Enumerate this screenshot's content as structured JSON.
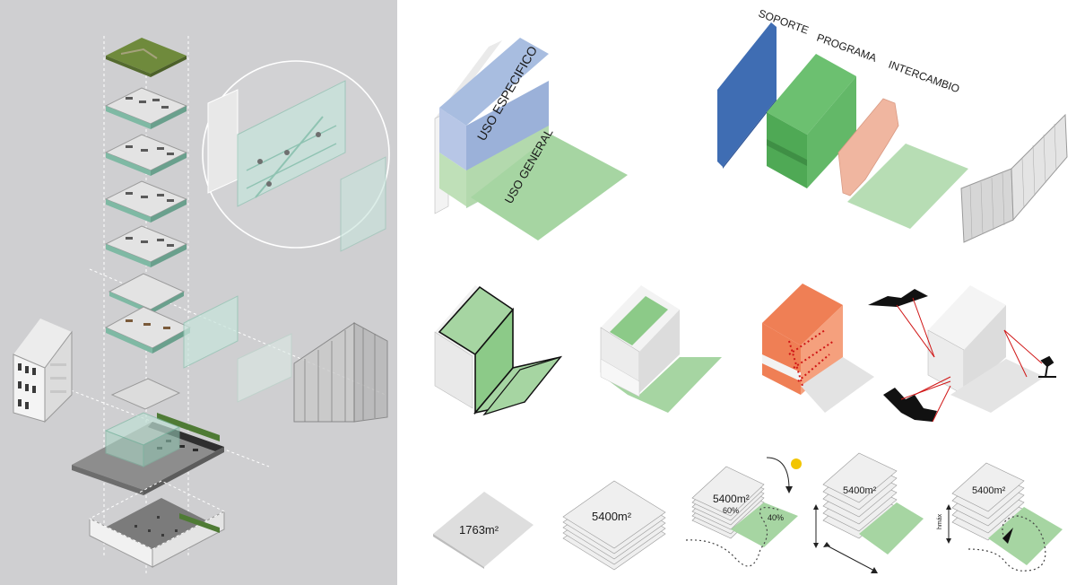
{
  "labels": {
    "uso_especifico": "USO ESPECIFICO",
    "uso_general": "USO GENERAL",
    "soporte": "SOPORTE",
    "programa": "PROGRAMA",
    "intercambio": "INTERCAMBIO"
  },
  "areas": {
    "a1": "1763m²",
    "a2": "5400m²",
    "a3": "5400m²",
    "a3_upper": "60%",
    "a3_lower": "40%",
    "a4": "5400m²",
    "a5": "5400m²",
    "hmax": "hmáx"
  },
  "colors": {
    "panel_bg": "#cfcfd1",
    "blue": "#a8bde0",
    "soporte_blue": "#3f6db3",
    "green": "#7fc07e",
    "green_light": "#b7ddb4",
    "salmon": "#f0b6a0",
    "orange": "#ef7f55",
    "sun": "#f2c500",
    "white_block": "#f2f2f2"
  }
}
